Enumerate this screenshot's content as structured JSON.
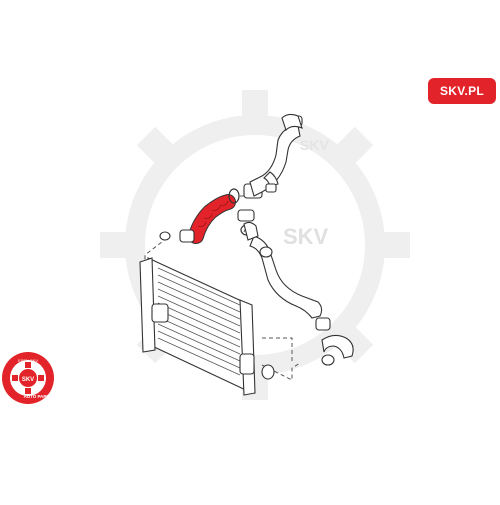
{
  "brand": {
    "badge_text": "SKV.PL",
    "badge_color": "#e3232a",
    "watermark_text": "SKV",
    "seal_ring_text": "ESEN SKV",
    "seal_center_text": "SKV",
    "seal_bottom_text": "AUTO PARTS"
  },
  "diagram": {
    "highlighted_part_color": "#e3232a",
    "line_color": "#3a3a3a",
    "part_icons": [
      "intercooler-radiator",
      "highlighted-intercooler-hose",
      "hose-clamp",
      "o-ring-seal",
      "upper-turbo-hose",
      "lower-charge-air-hose",
      "throttle-connector-hose",
      "dashed-connection-lines",
      "gear-watermark-icon"
    ]
  }
}
